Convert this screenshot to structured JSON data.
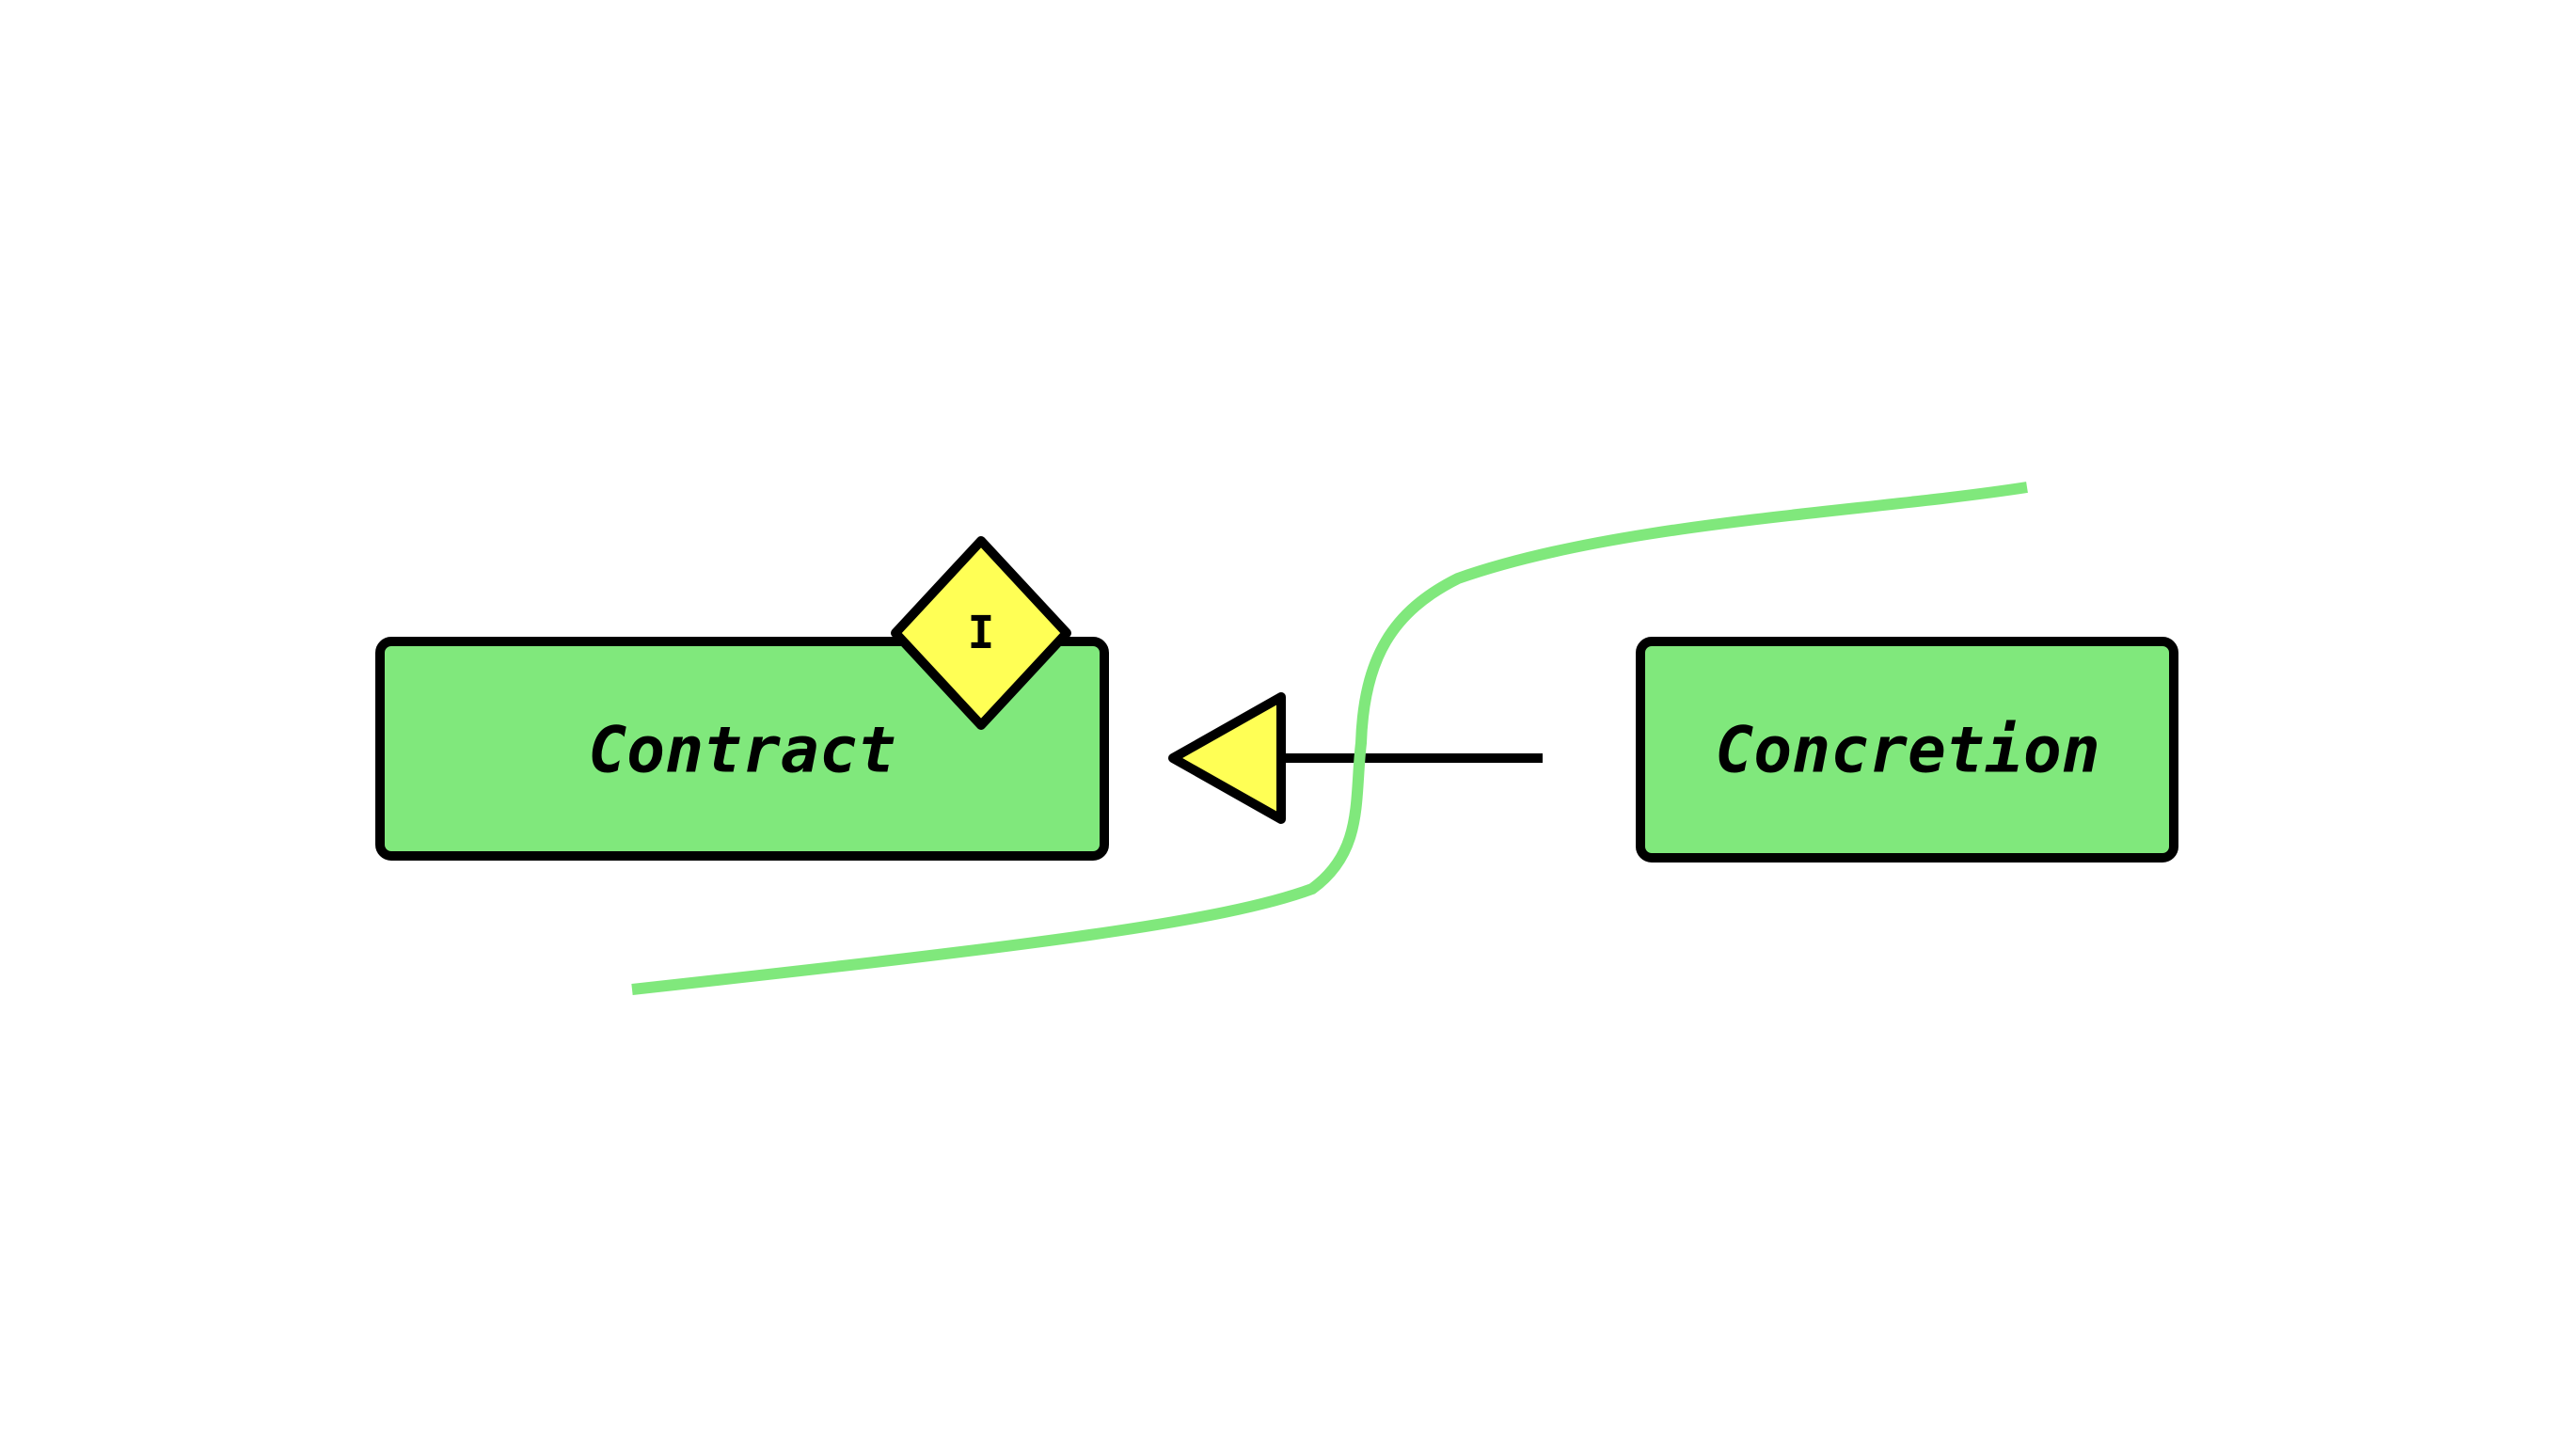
{
  "diagram": {
    "type": "uml-class-diagram",
    "colors": {
      "background": "#ffffff",
      "node_fill": "#80e87c",
      "node_stroke": "#000000",
      "marker_fill": "#ffff55",
      "guide_curve": "#80e87c"
    },
    "nodes": {
      "contract": {
        "label": "Contract",
        "badge": "I",
        "badge_meaning": "interface"
      },
      "concretion": {
        "label": "Concretion"
      }
    },
    "edges": [
      {
        "from": "concretion",
        "to": "contract",
        "relationship": "realization",
        "arrowhead": "hollow-triangle"
      }
    ]
  }
}
